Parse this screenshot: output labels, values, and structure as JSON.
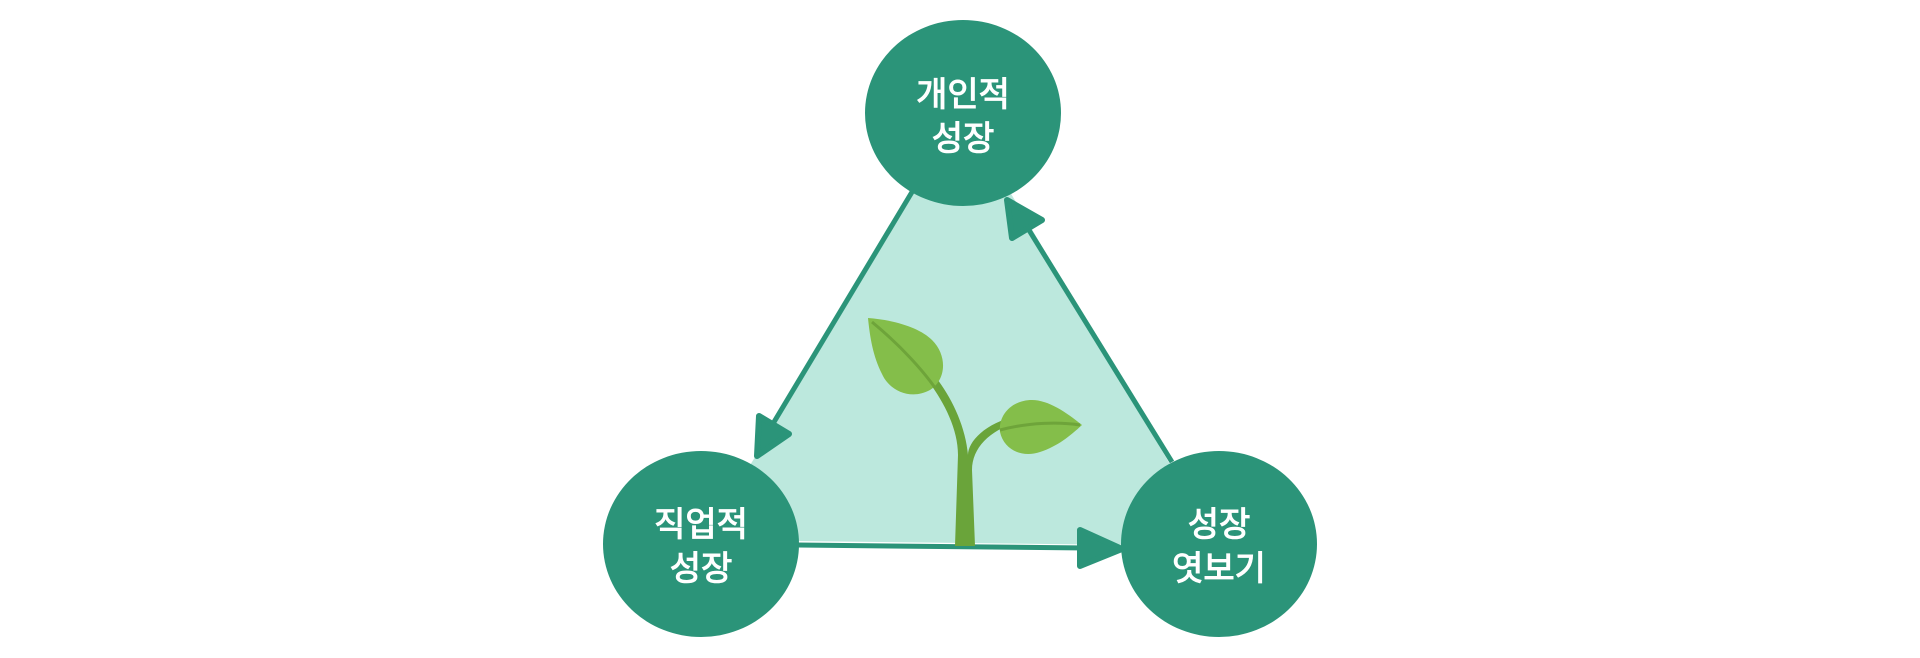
{
  "colors": {
    "node_fill": "#2b9479",
    "edge_stroke": "#2b9479",
    "triangle_fill": "#bce8dd",
    "leaf_light": "#84be4a",
    "leaf_vein": "#6ea43a",
    "stem": "#6aa43a"
  },
  "nodes": [
    {
      "id": "personal",
      "lines": [
        "개인적",
        "성장"
      ]
    },
    {
      "id": "career",
      "lines": [
        "직업적",
        "성장"
      ]
    },
    {
      "id": "growth",
      "lines": [
        "성장",
        "엿보기"
      ]
    }
  ],
  "center_icon": "sprout-icon"
}
